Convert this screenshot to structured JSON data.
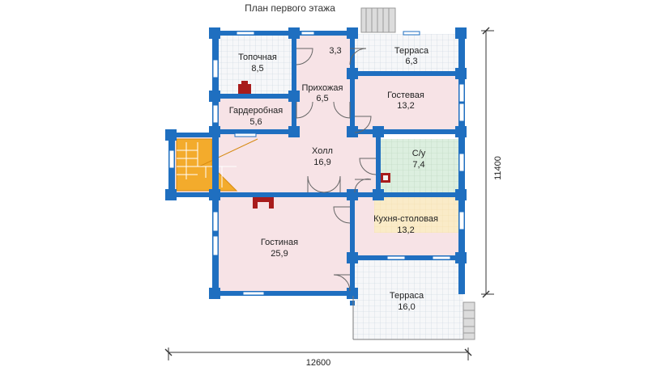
{
  "title": "План первого этажа",
  "rooms": [
    {
      "id": "topochnaya",
      "name": "Топочная",
      "area": "8,5"
    },
    {
      "id": "vestibule",
      "name": "",
      "area": "3,3"
    },
    {
      "id": "terrace-top",
      "name": "Терраса",
      "area": "6,3"
    },
    {
      "id": "prihozhaya",
      "name": "Прихожая",
      "area": "6,5"
    },
    {
      "id": "gostevaya",
      "name": "Гостевая",
      "area": "13,2"
    },
    {
      "id": "garderobnaya",
      "name": "Гардеробная",
      "area": "5,6"
    },
    {
      "id": "holl",
      "name": "Холл",
      "area": "16,9"
    },
    {
      "id": "su",
      "name": "С/у",
      "area": "7,4"
    },
    {
      "id": "kuhnya",
      "name": "Кухня-столовая",
      "area": "13,2"
    },
    {
      "id": "gostinaya",
      "name": "Гостиная",
      "area": "25,9"
    },
    {
      "id": "terrace-bottom",
      "name": "Терраса",
      "area": "16,0"
    }
  ],
  "dimensions": {
    "width": "12600",
    "height": "11400"
  },
  "colors": {
    "wall": "#1f6fc0",
    "floor": "#f7e3e6",
    "tile": "#f3f4f6",
    "bathroom": "#dff0e2",
    "kitchen": "#faeac6",
    "stairs": "#f3ab2c",
    "stove": "#a81c1c"
  }
}
